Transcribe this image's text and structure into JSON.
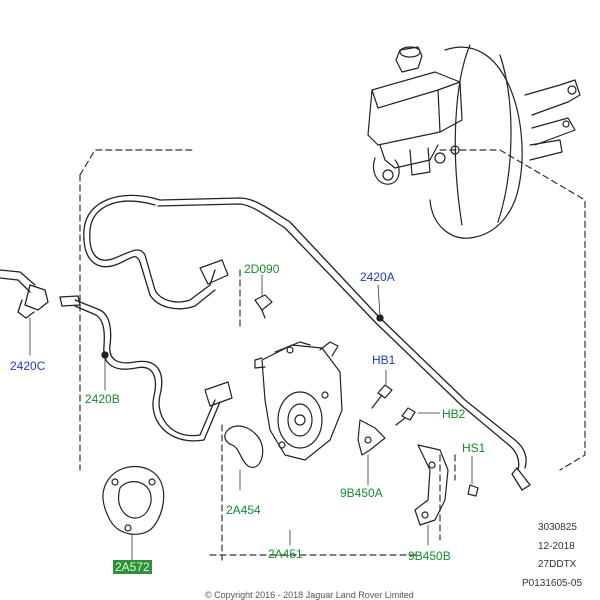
{
  "labels": {
    "l2420A": "2420A",
    "l2420B": "2420B",
    "l2420C": "2420C",
    "l2D090": "2D090",
    "lHB1": "HB1",
    "lHB2": "HB2",
    "lHS1": "HS1",
    "l2A454": "2A454",
    "l2A451": "2A451",
    "l9B450A": "9B450A",
    "l9B450B": "9B450B",
    "l2A572": "2A572"
  },
  "meta": {
    "code": "3030825",
    "date": "12-2018",
    "model": "27DDTX",
    "ref": "P0131605-05"
  },
  "copyright": "© Copyright 2016 - 2018 Jaguar Land Rover Limited",
  "colors": {
    "callout_green": "#178a2b",
    "callout_blue": "#1f3bb3",
    "highlight_bg": "#2f8f3a"
  }
}
